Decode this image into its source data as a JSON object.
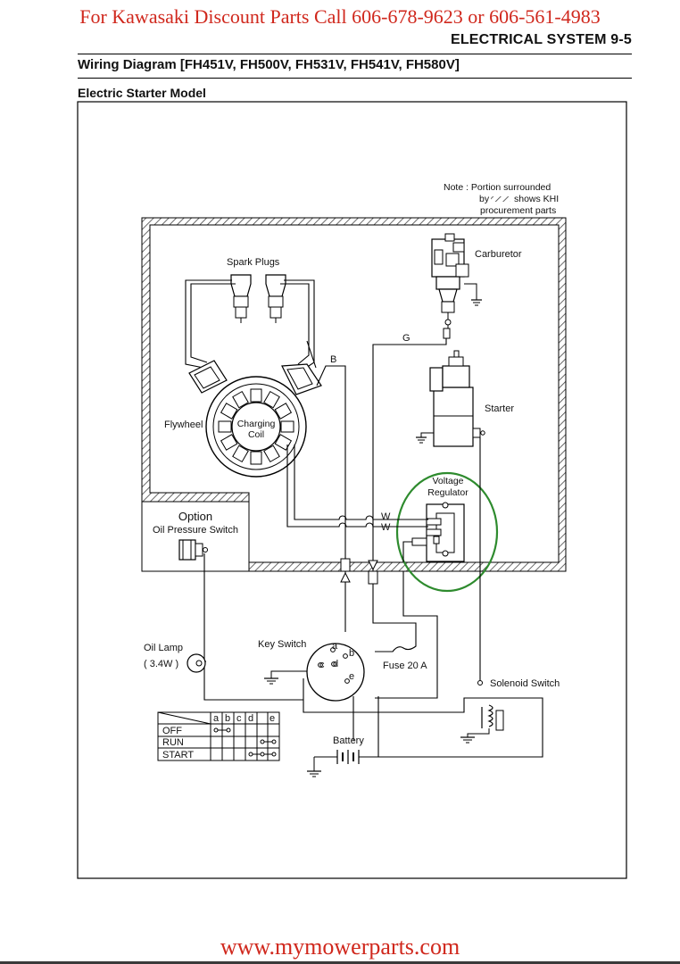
{
  "header": {
    "banner": "For Kawasaki Discount Parts Call 606-678-9623 or 606-561-4983",
    "section": "ELECTRICAL SYSTEM 9-5",
    "title": "Wiring Diagram [FH451V, FH500V, FH531V, FH541V, FH580V]",
    "model": "Electric Starter Model"
  },
  "note": {
    "line1": "Note :  Portion surrounded",
    "line2_pre": "by",
    "line2_post": "shows KHI",
    "line3": "procurement parts"
  },
  "components": {
    "spark_plugs": "Spark Plugs",
    "carburetor": "Carburetor",
    "flywheel": "Flywheel",
    "charging_coil_1": "Charging",
    "charging_coil_2": "Coil",
    "starter": "Starter",
    "voltage_regulator_1": "Voltage",
    "voltage_regulator_2": "Regulator",
    "option": "Option",
    "oil_pressure_switch": "Oil Pressure Switch",
    "oil_lamp": "Oil Lamp",
    "oil_lamp_rating": "( 3.4W )",
    "key_switch": "Key Switch",
    "fuse": "Fuse 20 A",
    "solenoid_switch": "Solenoid Switch",
    "battery": "Battery"
  },
  "wire_labels": {
    "g": "G",
    "b": "B",
    "w1": "W",
    "w2": "W"
  },
  "key_terminals": [
    "a",
    "b",
    "c",
    "d",
    "e"
  ],
  "switch_table": {
    "columns": [
      "a",
      "b",
      "c",
      "d",
      "e"
    ],
    "rows": [
      "OFF",
      "RUN",
      "START"
    ]
  },
  "footer": {
    "url": "www.mymowerparts.com"
  },
  "colors": {
    "banner": "#d0281d",
    "highlight_circle": "#2e8b2e"
  }
}
